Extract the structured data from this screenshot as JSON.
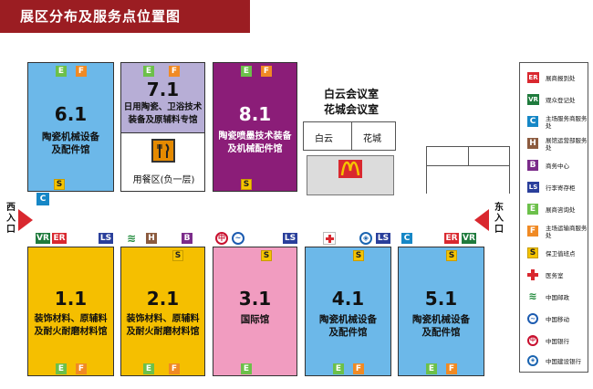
{
  "title": "展区分布及服务点位置图",
  "colors": {
    "title_bg": "#9b1d22",
    "hall_blue": "#6cb8e9",
    "hall_lavender": "#b7aed6",
    "hall_purple": "#8b1d78",
    "hall_yellow": "#f5bf00",
    "hall_pink": "#f19cc0",
    "arrow_red": "#d9282f"
  },
  "halls": {
    "h61": {
      "number": "6.1",
      "name": "陶瓷机械设备\n及配件馆"
    },
    "h71": {
      "number": "7.1",
      "name": "日用陶瓷、卫浴技术\n装备及原辅料专馆"
    },
    "h81": {
      "number": "8.1",
      "name": "陶瓷喷墨技术装备\n及机械配件馆"
    },
    "h11": {
      "number": "1.1",
      "name": "装饰材料、原辅料\n及耐火耐磨材料馆"
    },
    "h21": {
      "number": "2.1",
      "name": "装饰材料、原辅料\n及耐火耐磨材料馆"
    },
    "h31": {
      "number": "3.1",
      "name": "国际馆"
    },
    "h41": {
      "number": "4.1",
      "name": "陶瓷机械设备\n及配件馆"
    },
    "h51": {
      "number": "5.1",
      "name": "陶瓷机械设备\n及配件馆"
    }
  },
  "dining": {
    "label": "用餐区(负一层)",
    "icon": "fork-knife-icon"
  },
  "meeting": {
    "title_line1": "白云会议室",
    "title_line2": "花城会议室",
    "room1": "白云",
    "room2": "花城"
  },
  "entrances": {
    "west": "西入口",
    "east": "东入口"
  },
  "badge_codes": {
    "E": "E",
    "F": "F",
    "S": "S",
    "VR": "VR",
    "ER": "ER",
    "C": "C",
    "H": "H",
    "B": "B",
    "LS": "LS"
  },
  "legend": [
    {
      "code": "ER",
      "label": "展商报到处"
    },
    {
      "code": "VR",
      "label": "观众登记处"
    },
    {
      "code": "C",
      "label": "主场服务商服务处"
    },
    {
      "code": "H",
      "label": "展馆运营部服务处"
    },
    {
      "code": "B",
      "label": "商务中心"
    },
    {
      "code": "LS",
      "label": "行李寄存柜"
    },
    {
      "code": "E",
      "label": "展商咨询处"
    },
    {
      "code": "F",
      "label": "主场运输商服务处"
    },
    {
      "code": "S",
      "label": "保卫值班点"
    },
    {
      "code": "medical",
      "label": "医务室"
    },
    {
      "code": "post",
      "label": "中国邮政"
    },
    {
      "code": "mobile",
      "label": "中国移动"
    },
    {
      "code": "boc",
      "label": "中国银行"
    },
    {
      "code": "ccb",
      "label": "中国建设银行"
    }
  ]
}
